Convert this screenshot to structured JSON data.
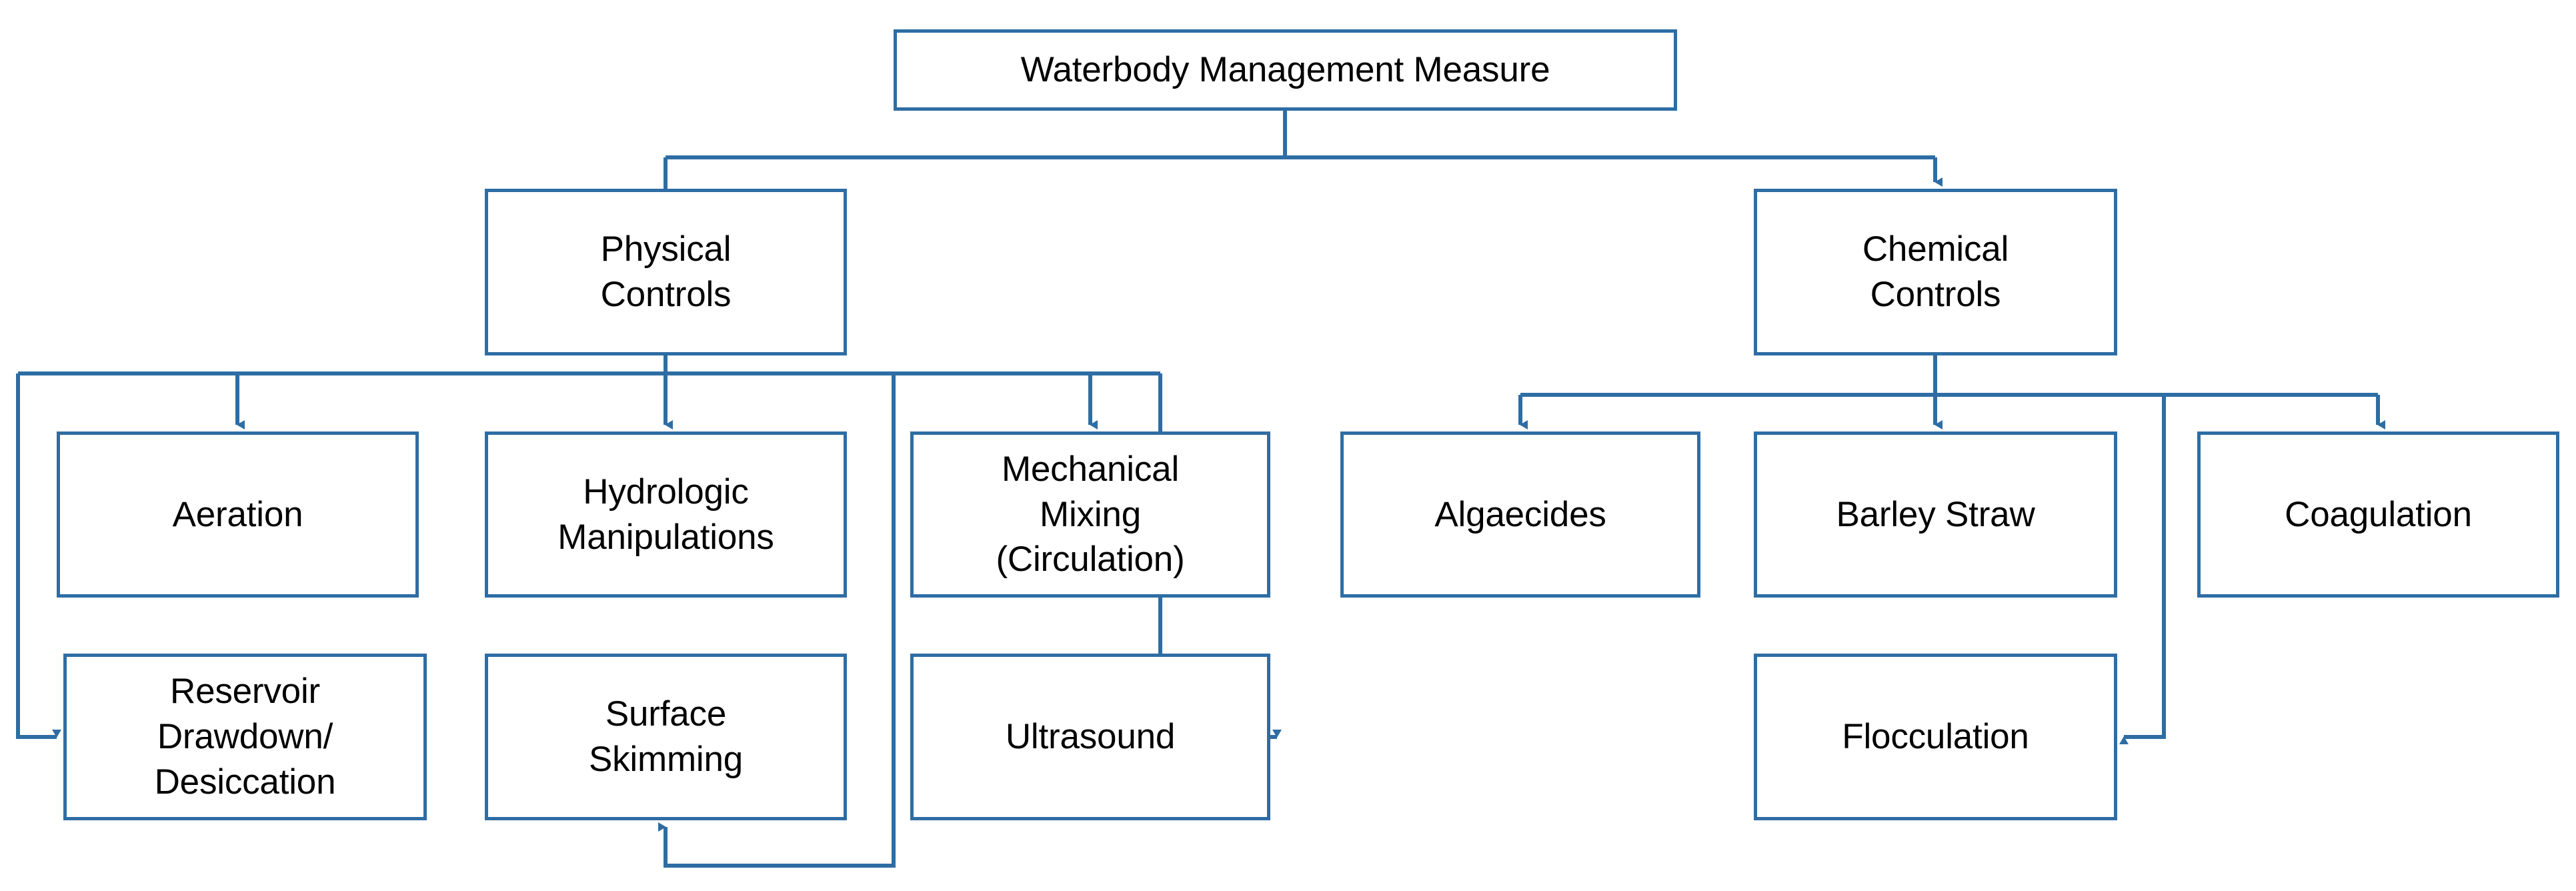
{
  "diagram": {
    "title": "Waterbody Management Measure",
    "type": "hierarchy-flowchart",
    "accent_color": "#2e6da4",
    "background_color": "#ffffff",
    "text_color": "#000000",
    "root": {
      "id": "waterbody-management-measure",
      "label": "Waterbody Management Measure"
    },
    "branches": [
      {
        "id": "physical-controls",
        "label": "Physical\nControls",
        "children": [
          {
            "id": "aeration",
            "label": "Aeration"
          },
          {
            "id": "hydrologic-manipulations",
            "label": "Hydrologic\nManipulations"
          },
          {
            "id": "mechanical-mixing",
            "label": "Mechanical\nMixing\n(Circulation)"
          },
          {
            "id": "reservoir-drawdown-desiccation",
            "label": "Reservoir\nDrawdown/\nDesiccation"
          },
          {
            "id": "surface-skimming",
            "label": "Surface\nSkimming"
          },
          {
            "id": "ultrasound",
            "label": "Ultrasound"
          }
        ]
      },
      {
        "id": "chemical-controls",
        "label": "Chemical\nControls",
        "children": [
          {
            "id": "algaecides",
            "label": "Algaecides"
          },
          {
            "id": "barley-straw",
            "label": "Barley Straw"
          },
          {
            "id": "coagulation",
            "label": "Coagulation"
          },
          {
            "id": "flocculation",
            "label": "Flocculation"
          }
        ]
      }
    ],
    "nodes": {
      "root": "Waterbody Management Measure",
      "physical_controls": "Physical\nControls",
      "chemical_controls": "Chemical\nControls",
      "aeration": "Aeration",
      "hydrologic_manipulations": "Hydrologic\nManipulations",
      "mechanical_mixing": "Mechanical\nMixing\n(Circulation)",
      "reservoir_drawdown": "Reservoir\nDrawdown/\nDesiccation",
      "surface_skimming": "Surface\nSkimming",
      "ultrasound": "Ultrasound",
      "algaecides": "Algaecides",
      "barley_straw": "Barley Straw",
      "coagulation": "Coagulation",
      "flocculation": "Flocculation"
    }
  }
}
